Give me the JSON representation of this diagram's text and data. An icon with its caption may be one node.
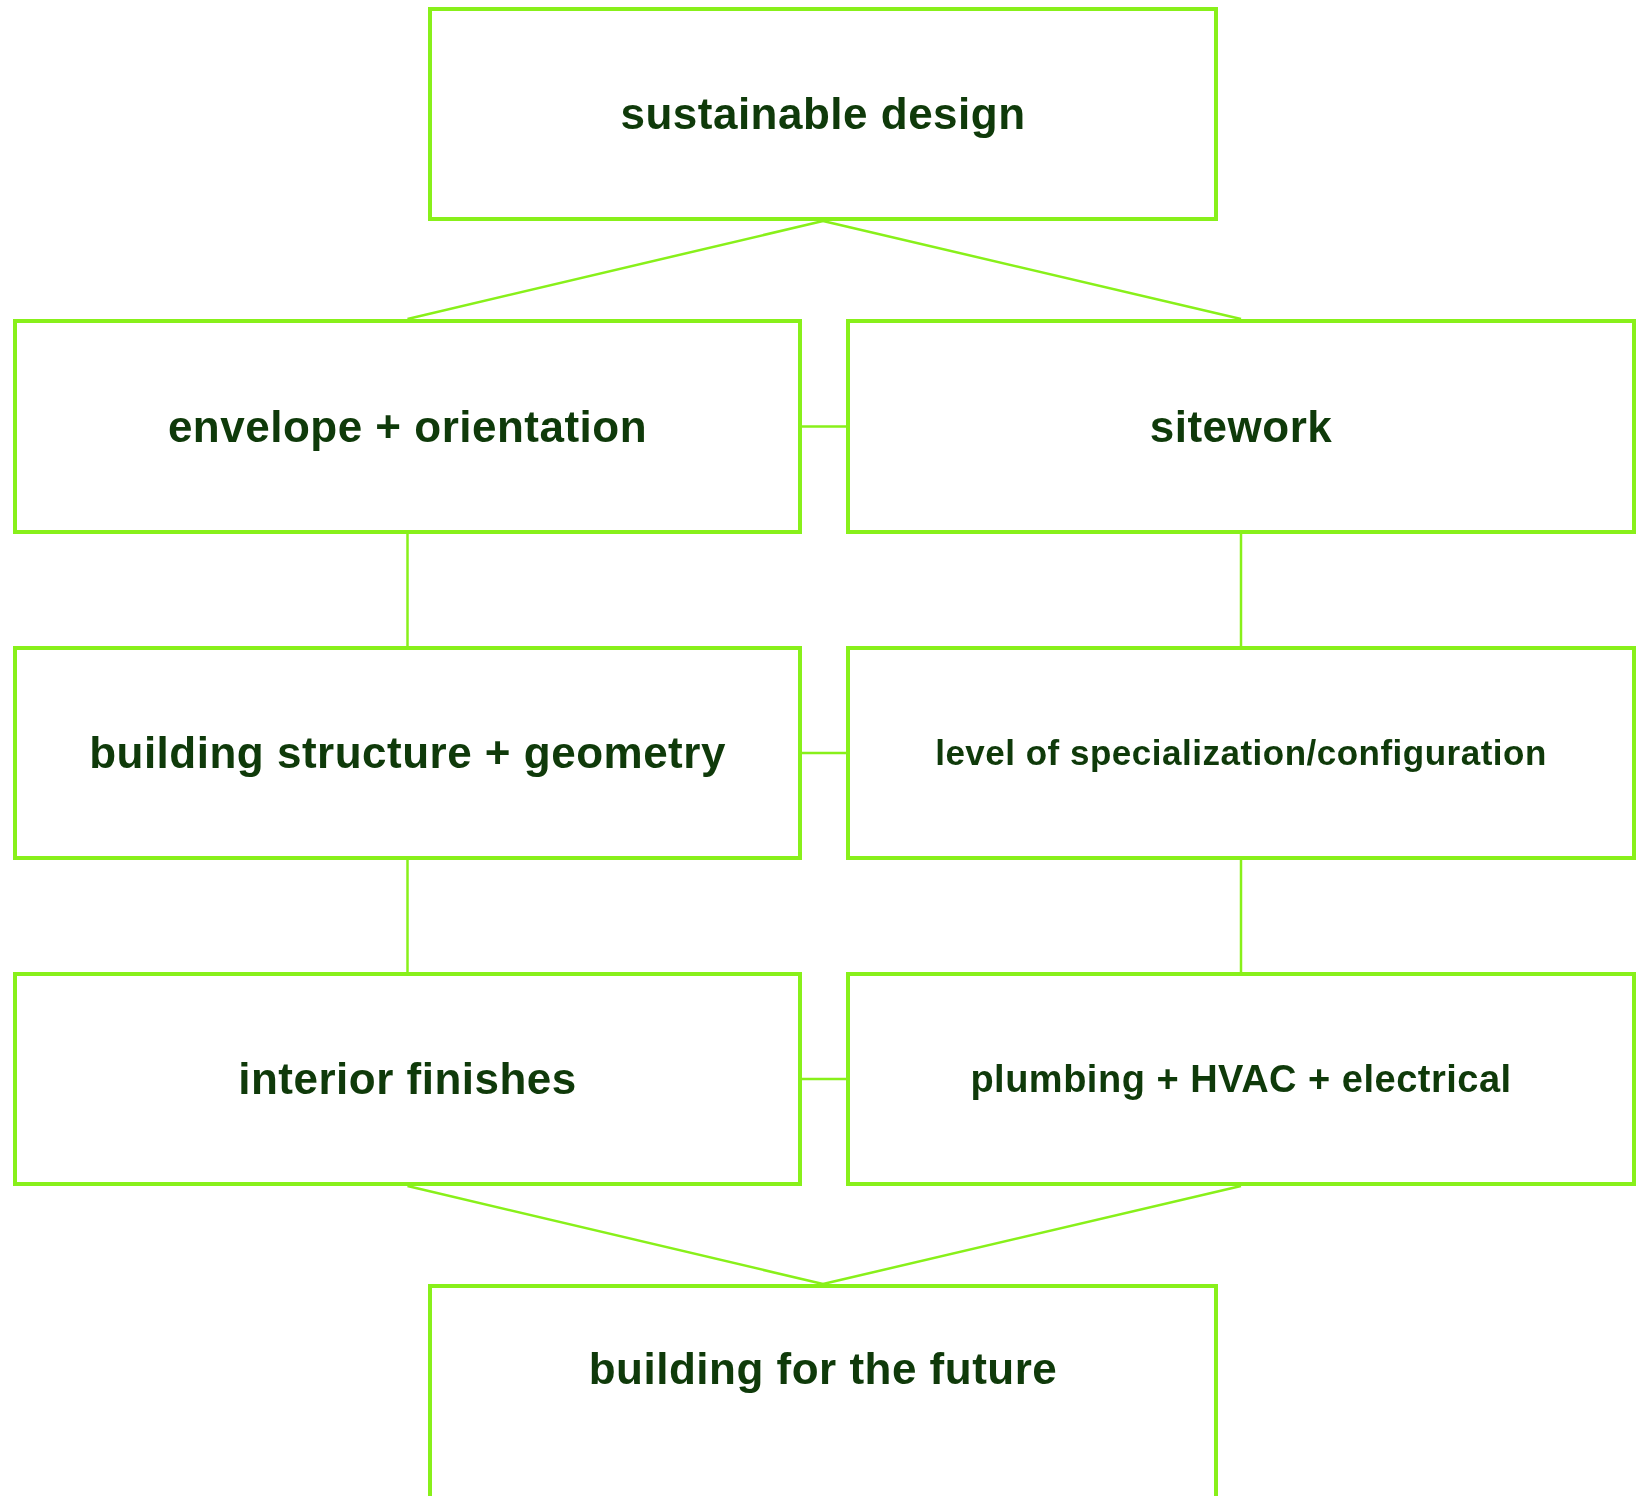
{
  "diagram": {
    "nodes": [
      {
        "text": [
          "sustainable design"
        ]
      },
      {
        "text": [
          "envelope + orientation"
        ]
      },
      {
        "text": [
          "sitework"
        ]
      },
      {
        "text": [
          "building structure + geometry"
        ]
      },
      {
        "text": [
          "level of specialization/configuration"
        ]
      },
      {
        "text": [
          "interior finishes"
        ]
      },
      {
        "text": [
          "plumbing + HVAC + electrical"
        ]
      },
      {
        "text": [
          "building for the future"
        ]
      }
    ],
    "edges": [
      {
        "from": 0,
        "to": 1,
        "arrow": "none"
      },
      {
        "from": 0,
        "to": 2,
        "arrow": "none"
      },
      {
        "from": 1,
        "to": 2,
        "arrow": "none"
      },
      {
        "from": 1,
        "to": 3,
        "arrow": "none"
      },
      {
        "from": 2,
        "to": 4,
        "arrow": "none"
      },
      {
        "from": 3,
        "to": 4,
        "arrow": "none"
      },
      {
        "from": 3,
        "to": 5,
        "arrow": "none"
      },
      {
        "from": 4,
        "to": 6,
        "arrow": "none"
      },
      {
        "from": 5,
        "to": 6,
        "arrow": "none"
      },
      {
        "from": 5,
        "to": 7,
        "arrow": "none"
      },
      {
        "from": 6,
        "to": 7,
        "arrow": "none"
      }
    ]
  }
}
